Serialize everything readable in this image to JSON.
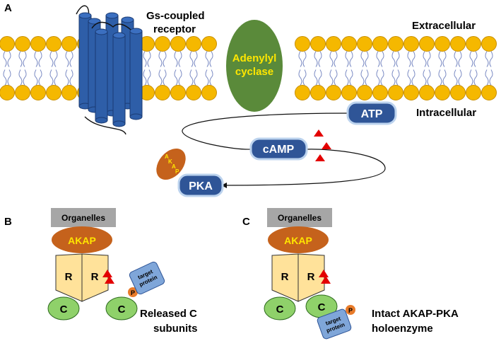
{
  "panels": {
    "a": {
      "letter": "A",
      "receptor_label_line1": "Gs-coupled",
      "receptor_label_line2": "receptor",
      "extracellular": "Extracellular",
      "intracellular": "Intracellular",
      "enzyme_line1": "Adenylyl",
      "enzyme_line2": "cyclase",
      "atp": "ATP",
      "camp": "cAMP",
      "pka": "PKA",
      "akap_letters": [
        "A",
        "K",
        "A",
        "P"
      ]
    },
    "b": {
      "letter": "B",
      "organelles": "Organelles",
      "akap": "AKAP",
      "r_left": "R",
      "r_right": "R",
      "c_left": "C",
      "c_released": "C",
      "p": "P",
      "target_line1": "target",
      "target_line2": "protein",
      "caption_line1": "Released C",
      "caption_line2": "subunits"
    },
    "c": {
      "letter": "C",
      "organelles": "Organelles",
      "akap": "AKAP",
      "r_left": "R",
      "r_right": "R",
      "c_left": "C",
      "c_right": "C",
      "p": "P",
      "target_line1": "target",
      "target_line2": "protein",
      "caption_line1": "Intact AKAP-PKA",
      "caption_line2": "holoenzyme"
    }
  },
  "colors": {
    "lipid_head": "#f5b800",
    "lipid_head_stroke": "#c98f00",
    "lipid_tail": "#7c8cc4",
    "receptor": "#2e5ea8",
    "cyclase": "#5a8a3a",
    "cyclase_text": "#ffe600",
    "pill": "#2f5597",
    "pill_border": "#bcd3ee",
    "akap": "#c5621c",
    "akap_text": "#ffe600",
    "organelles": "#a6a6a6",
    "regulatory": "#ffe29a",
    "catalytic": "#8fd16a",
    "camp_triangle": "#e30000",
    "phospho": "#e87b2a",
    "target_protein": "#7fa6d9"
  }
}
